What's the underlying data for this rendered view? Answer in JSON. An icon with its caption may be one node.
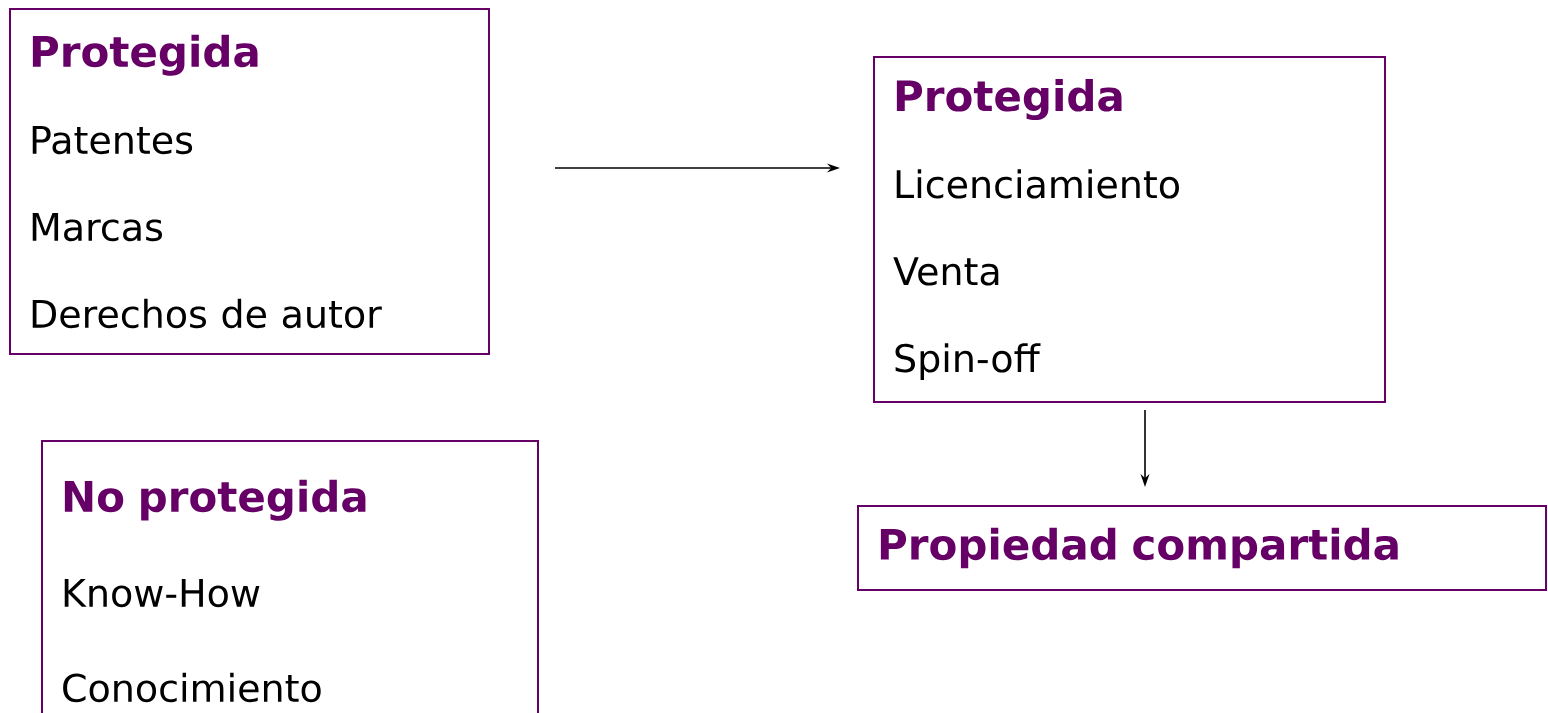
{
  "diagram": {
    "nodes": [
      {
        "text": [
          "Protegida",
          "Patentes",
          "Marcas",
          "Derechos de autor"
        ]
      },
      {
        "text": [
          "Protegida",
          "Licenciamiento",
          "Venta",
          "Spin-off"
        ]
      },
      {
        "text": [
          "Propiedad compartida"
        ]
      },
      {
        "text": [
          "No protegida",
          "Know-How",
          "Conocimiento"
        ]
      }
    ],
    "edges": [
      {
        "from": 0,
        "to": 1,
        "arrow": "to"
      },
      {
        "from": 1,
        "to": 2,
        "arrow": "to"
      }
    ]
  }
}
